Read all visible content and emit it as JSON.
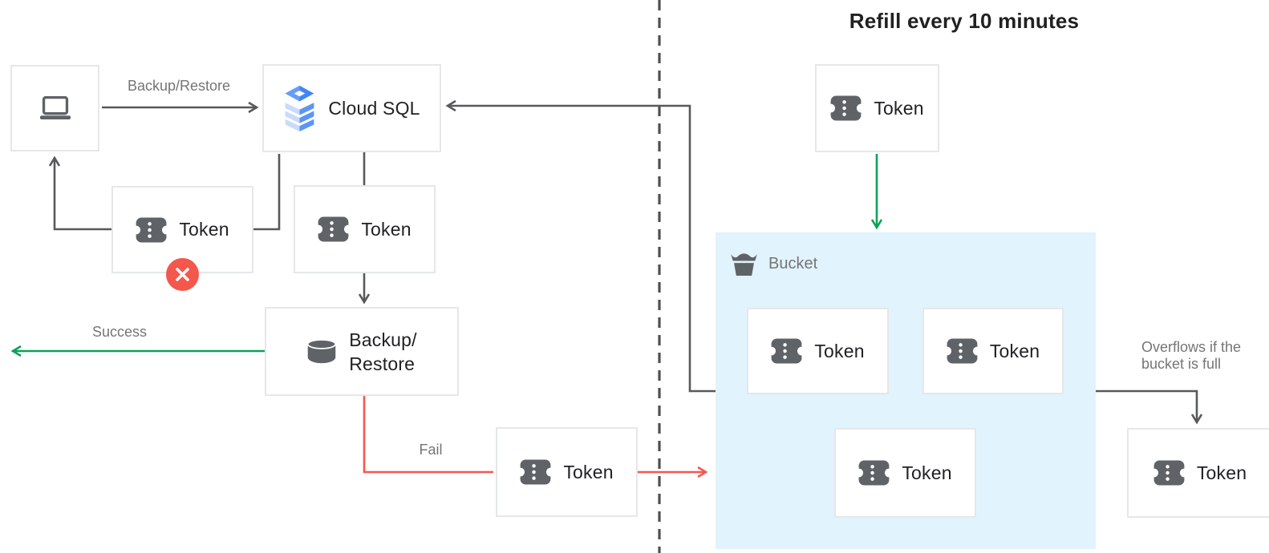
{
  "title": "Refill every 10 minutes",
  "labels": {
    "token": "Token",
    "cloud_sql": "Cloud SQL",
    "backup_restore_lines": [
      "Backup/",
      "Restore"
    ],
    "bucket": "Bucket"
  },
  "edge_labels": {
    "backup_restore": "Backup/Restore",
    "success": "Success",
    "fail": "Fail",
    "overflow": "Overflows if the bucket is full"
  },
  "icons": {
    "client": "laptop-icon",
    "cloud_sql": "cloud-sql-icon",
    "backup_restore": "database-icon",
    "bucket": "bucket-icon",
    "token": "token-icon",
    "rejected": "x-circle-icon"
  },
  "bucket": {
    "token_count": 3
  },
  "colors": {
    "success_green": "#0fa05a",
    "fail_red": "#f4574c",
    "connector_gray": "#58595b",
    "bucket_fill": "#e1f3fc",
    "cloud_sql_blue": "#4285f4",
    "icon_gray": "#5f6368",
    "label_gray": "#757575",
    "text_dark": "#202124"
  }
}
